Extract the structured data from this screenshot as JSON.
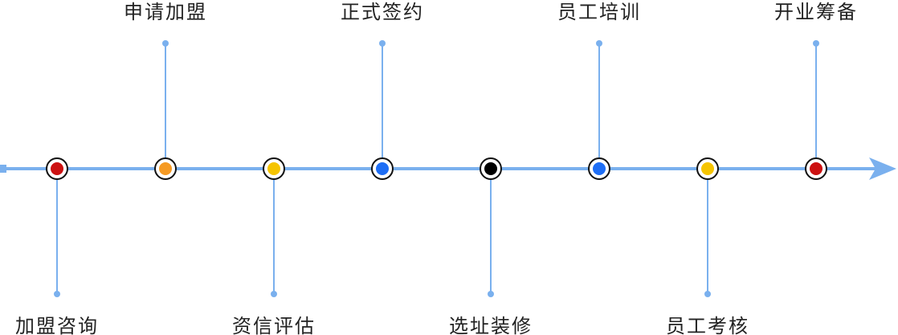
{
  "steps": [
    {
      "label": "加盟咨询",
      "side": "bottom",
      "dot_color": "#cc1111"
    },
    {
      "label": "申请加盟",
      "side": "top",
      "dot_color": "#f59a23"
    },
    {
      "label": "资信评估",
      "side": "bottom",
      "dot_color": "#f5c400"
    },
    {
      "label": "正式签约",
      "side": "top",
      "dot_color": "#1e6ef5"
    },
    {
      "label": "选址装修",
      "side": "bottom",
      "dot_color": "#000000"
    },
    {
      "label": "员工培训",
      "side": "top",
      "dot_color": "#1e6ef5"
    },
    {
      "label": "员工考核",
      "side": "bottom",
      "dot_color": "#f5c400"
    },
    {
      "label": "开业筹备",
      "side": "top",
      "dot_color": "#cc1111"
    }
  ],
  "colors": {
    "axis": "#7ab0ee",
    "connector": "#7ab0ee",
    "ring_stroke": "#111111",
    "ring_fill": "#ffffff",
    "text": "#222222"
  }
}
